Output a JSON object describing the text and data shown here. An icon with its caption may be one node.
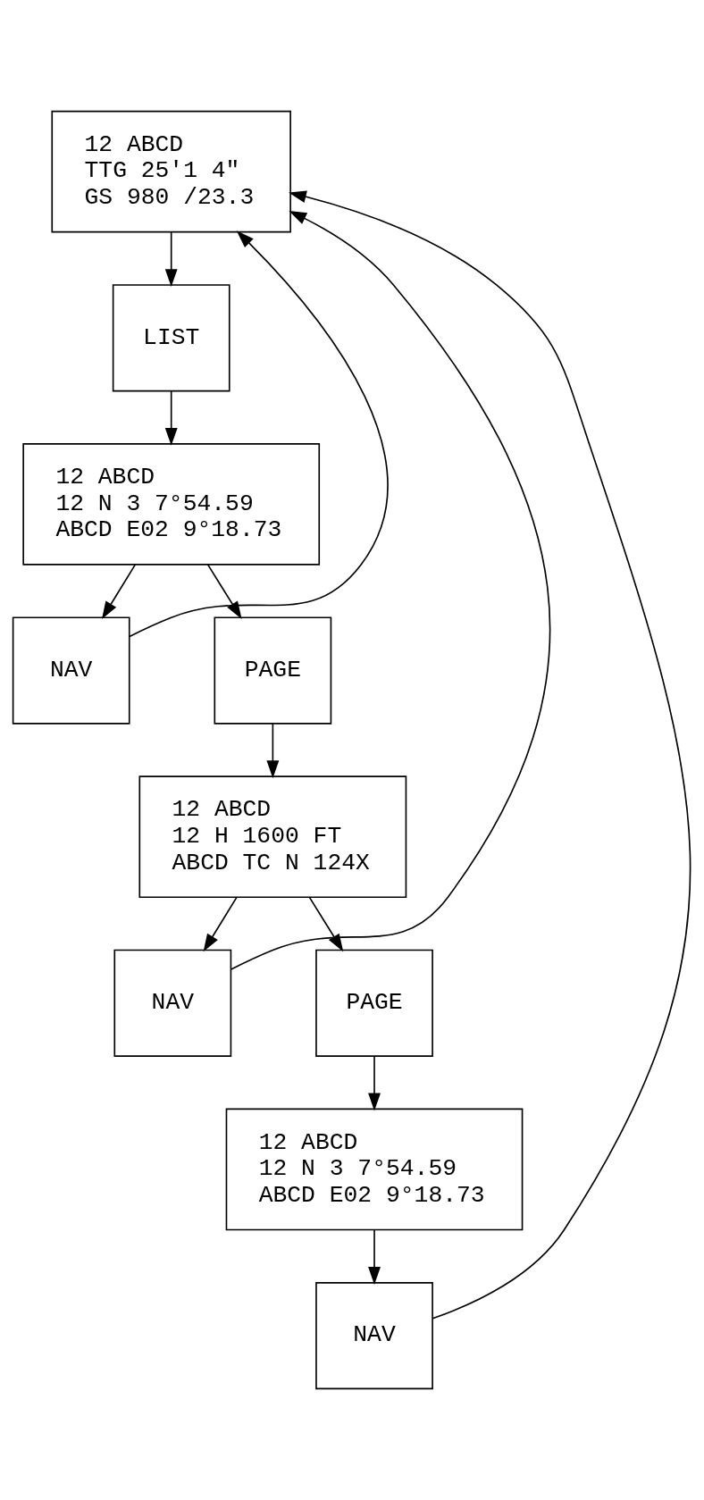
{
  "diagram": {
    "nodes": [
      {
        "text": [
          "12 ABCD",
          "TTG 25'1 4\"",
          "GS 980 /23.3"
        ]
      },
      {
        "text": [
          "LIST"
        ]
      },
      {
        "text": [
          "12 ABCD",
          "12 N 3 7°54.59",
          "ABCD E02 9°18.73"
        ]
      },
      {
        "text": [
          "NAV"
        ]
      },
      {
        "text": [
          "PAGE"
        ]
      },
      {
        "text": [
          "12 ABCD",
          "12 H 1600 FT",
          "ABCD TC N 124X"
        ]
      },
      {
        "text": [
          "NAV"
        ]
      },
      {
        "text": [
          "PAGE"
        ]
      },
      {
        "text": [
          "12 ABCD",
          "12 N 3 7°54.59",
          "ABCD E02 9°18.73"
        ]
      },
      {
        "text": [
          "NAV"
        ]
      }
    ],
    "edges": [
      {
        "from": 0,
        "to": 1,
        "arrow": "to"
      },
      {
        "from": 1,
        "to": 2,
        "arrow": "to"
      },
      {
        "from": 2,
        "to": 3,
        "arrow": "to"
      },
      {
        "from": 2,
        "to": 4,
        "arrow": "to"
      },
      {
        "from": 3,
        "to": 0,
        "arrow": "to"
      },
      {
        "from": 4,
        "to": 5,
        "arrow": "to"
      },
      {
        "from": 5,
        "to": 6,
        "arrow": "to"
      },
      {
        "from": 5,
        "to": 7,
        "arrow": "to"
      },
      {
        "from": 6,
        "to": 0,
        "arrow": "to"
      },
      {
        "from": 7,
        "to": 8,
        "arrow": "to"
      },
      {
        "from": 8,
        "to": 9,
        "arrow": "to"
      },
      {
        "from": 9,
        "to": 0,
        "arrow": "to"
      }
    ]
  }
}
